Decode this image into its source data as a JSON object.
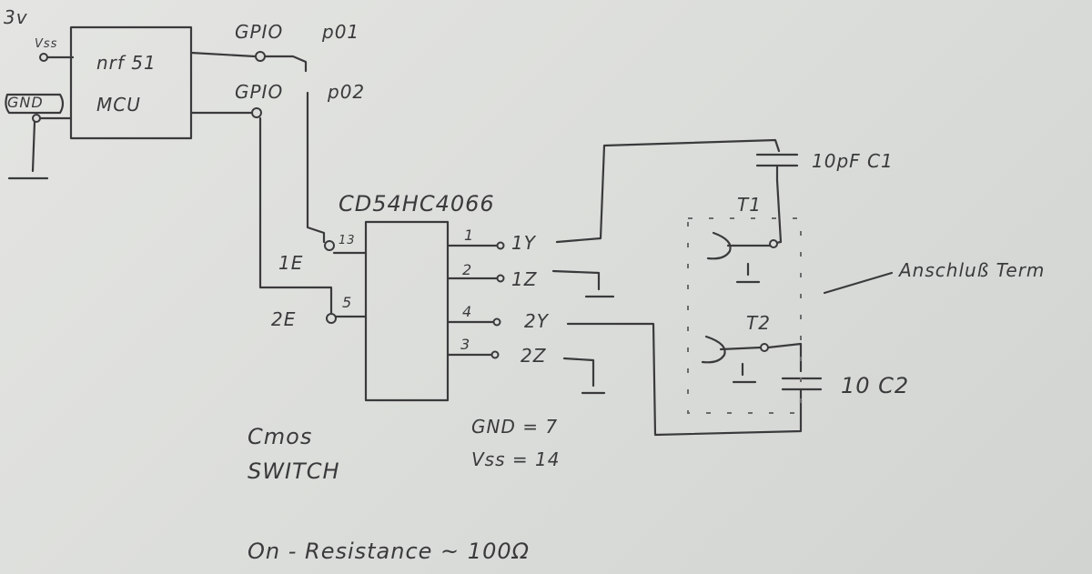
{
  "mcu": {
    "supply_label": "3v",
    "vss_label": "Vss",
    "gnd_label": "GND",
    "name_line1": "nrf 51",
    "name_line2": "MCU",
    "gpio1_label": "GPIO",
    "gpio1_pin": "p01",
    "gpio2_label": "GPIO",
    "gpio2_pin": "p02"
  },
  "switch_ic": {
    "part_number": "CD54HC4066",
    "left_pins": [
      {
        "enable": "1E",
        "number": "13"
      },
      {
        "enable": "2E",
        "number": "5"
      }
    ],
    "right_pins": [
      {
        "number": "1",
        "name": "1Y"
      },
      {
        "number": "2",
        "name": "1Z"
      },
      {
        "number": "4",
        "name": "2Y"
      },
      {
        "number": "3",
        "name": "2Z"
      }
    ],
    "gnd_note": "GND = 7",
    "vss_note": "Vss = 14",
    "caption_line1": "Cmos",
    "caption_line2": "SWITCH"
  },
  "external": {
    "c1_label": "10pF C1",
    "c2_label": "10 C2",
    "t1_label": "T1",
    "t2_label": "T2",
    "connector_label": "Anschluß Term"
  },
  "footer": {
    "note": "On - Resistance ~ 100Ω"
  }
}
